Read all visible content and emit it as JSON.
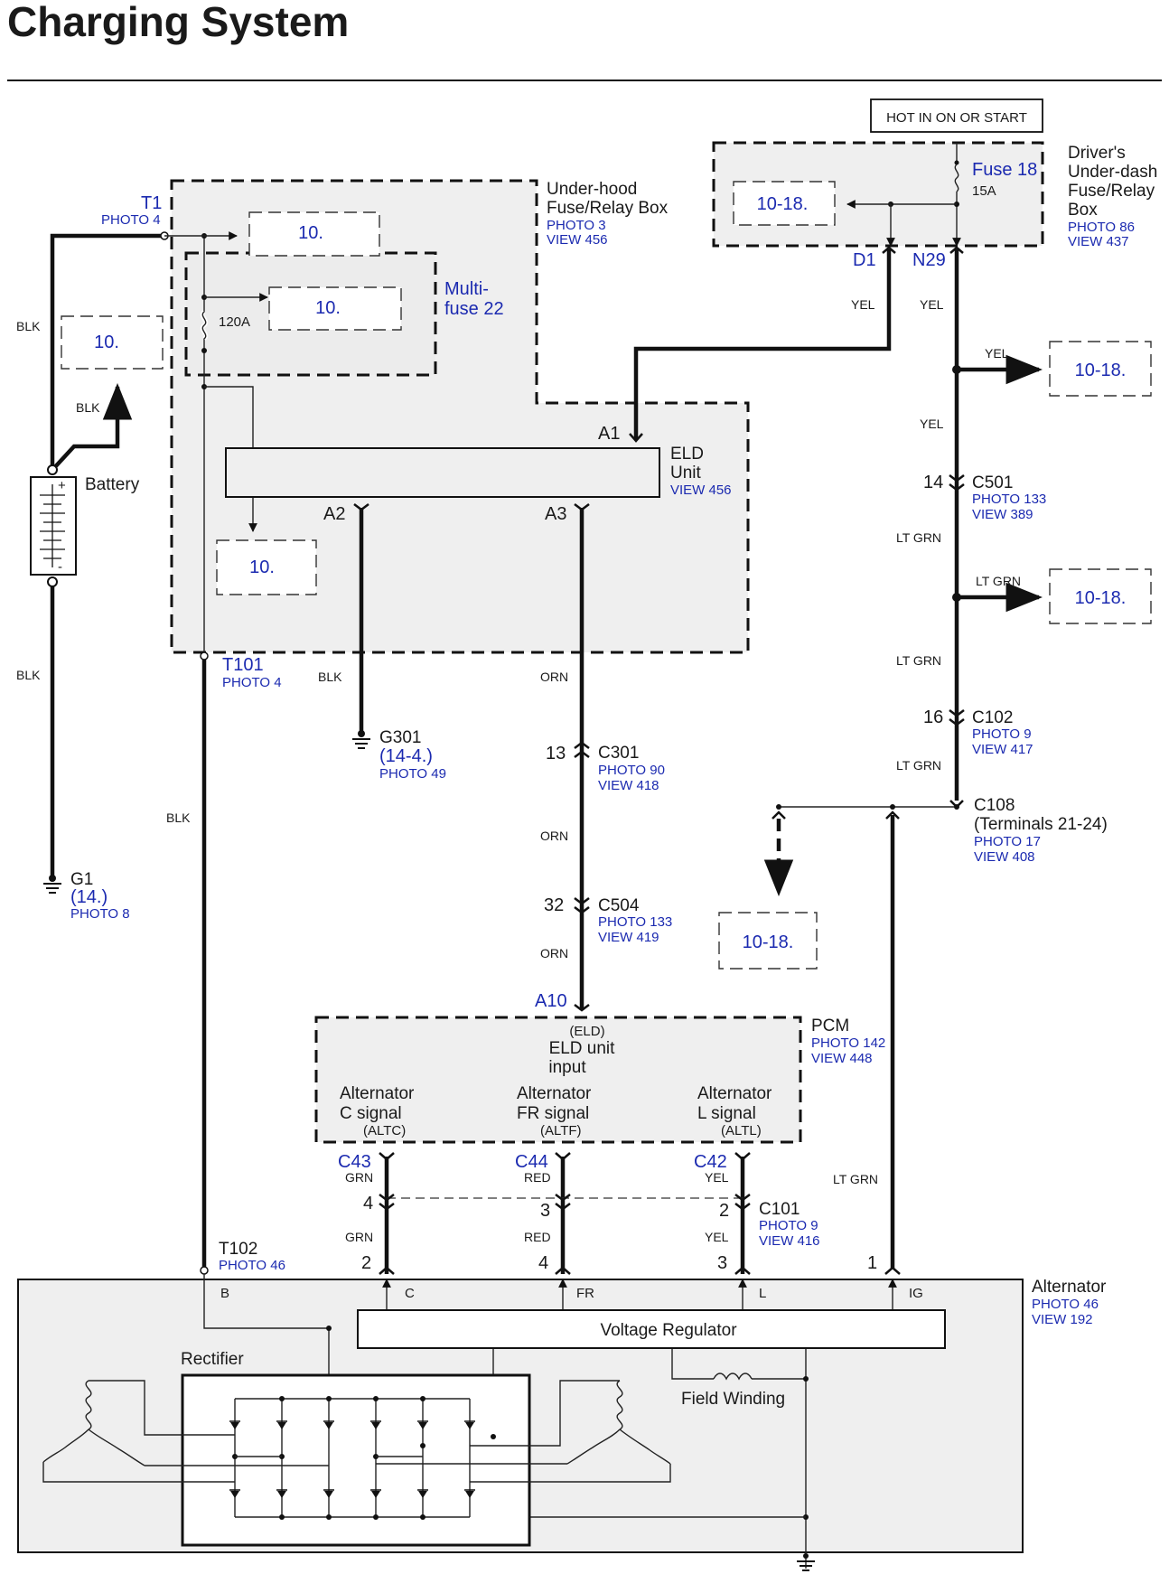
{
  "title": "Charging System",
  "hot_label": "HOT IN ON OR START",
  "ref_10": "10.",
  "ref_1018": "10-18.",
  "components": {
    "driver_box": {
      "l1": "Driver's",
      "l2": "Under-dash",
      "l3": "Fuse/Relay",
      "l4": "Box",
      "photo": "PHOTO 86",
      "view": "VIEW 437"
    },
    "fuse18": {
      "name": "Fuse 18",
      "rating": "15A"
    },
    "underhood_box": {
      "l1": "Under-hood",
      "l2": "Fuse/Relay Box",
      "photo": "PHOTO 3",
      "view": "VIEW 456"
    },
    "multifuse": {
      "l1": "Multi-",
      "l2": "fuse 22",
      "rating": "120A"
    },
    "t1": {
      "name": "T1",
      "photo": "PHOTO 4"
    },
    "battery": {
      "name": "Battery",
      "plus": "+",
      "minus": "-"
    },
    "eld": {
      "l1": "ELD",
      "l2": "Unit",
      "view": "VIEW 456"
    },
    "t101": {
      "name": "T101",
      "photo": "PHOTO 4"
    },
    "g301": {
      "name": "G301",
      "ref": "(14-4.)",
      "photo": "PHOTO 49"
    },
    "g1": {
      "name": "G1",
      "ref": "(14.)",
      "photo": "PHOTO 8"
    },
    "c501": {
      "name": "C501",
      "photo": "PHOTO 133",
      "view": "VIEW 389",
      "pin": "14"
    },
    "c102": {
      "name": "C102",
      "photo": "PHOTO 9",
      "view": "VIEW 417",
      "pin": "16"
    },
    "c108": {
      "name": "C108",
      "terminals": "(Terminals 21-24)",
      "photo": "PHOTO 17",
      "view": "VIEW 408"
    },
    "c301": {
      "name": "C301",
      "photo": "PHOTO 90",
      "view": "VIEW 418",
      "pin": "13"
    },
    "c504": {
      "name": "C504",
      "photo": "PHOTO 133",
      "view": "VIEW 419",
      "pin": "32"
    },
    "pcm": {
      "name": "PCM",
      "photo": "PHOTO 142",
      "view": "VIEW 448",
      "eld_code": "(ELD)",
      "eld_l1": "ELD unit",
      "eld_l2": "input",
      "altc_l1": "Alternator",
      "altc_l2": "C signal",
      "altc_code": "(ALTC)",
      "altf_l1": "Alternator",
      "altf_l2": "FR signal",
      "altf_code": "(ALTF)",
      "altl_l1": "Alternator",
      "altl_l2": "L signal",
      "altl_code": "(ALTL)"
    },
    "c101": {
      "name": "C101",
      "photo": "PHOTO 9",
      "view": "VIEW 416"
    },
    "t102": {
      "name": "T102",
      "photo": "PHOTO 46"
    },
    "alternator": {
      "name": "Alternator",
      "photo": "PHOTO 46",
      "view": "VIEW 192",
      "regulator": "Voltage Regulator",
      "rectifier": "Rectifier",
      "field": "Field Winding"
    }
  },
  "pins": {
    "d1": "D1",
    "n29": "N29",
    "a1": "A1",
    "a2": "A2",
    "a3": "A3",
    "a10": "A10",
    "c43": "C43",
    "c44": "C44",
    "c42": "C42",
    "c101_4": "4",
    "c101_3": "3",
    "c101_2": "2",
    "alt_2": "2",
    "alt_4": "4",
    "alt_3": "3",
    "alt_1": "1",
    "term_b": "B",
    "term_c": "C",
    "term_fr": "FR",
    "term_l": "L",
    "term_ig": "IG"
  },
  "wires": {
    "blk": "BLK",
    "yel": "YEL",
    "ltgrn": "LT GRN",
    "orn": "ORN",
    "grn": "GRN",
    "red": "RED"
  }
}
